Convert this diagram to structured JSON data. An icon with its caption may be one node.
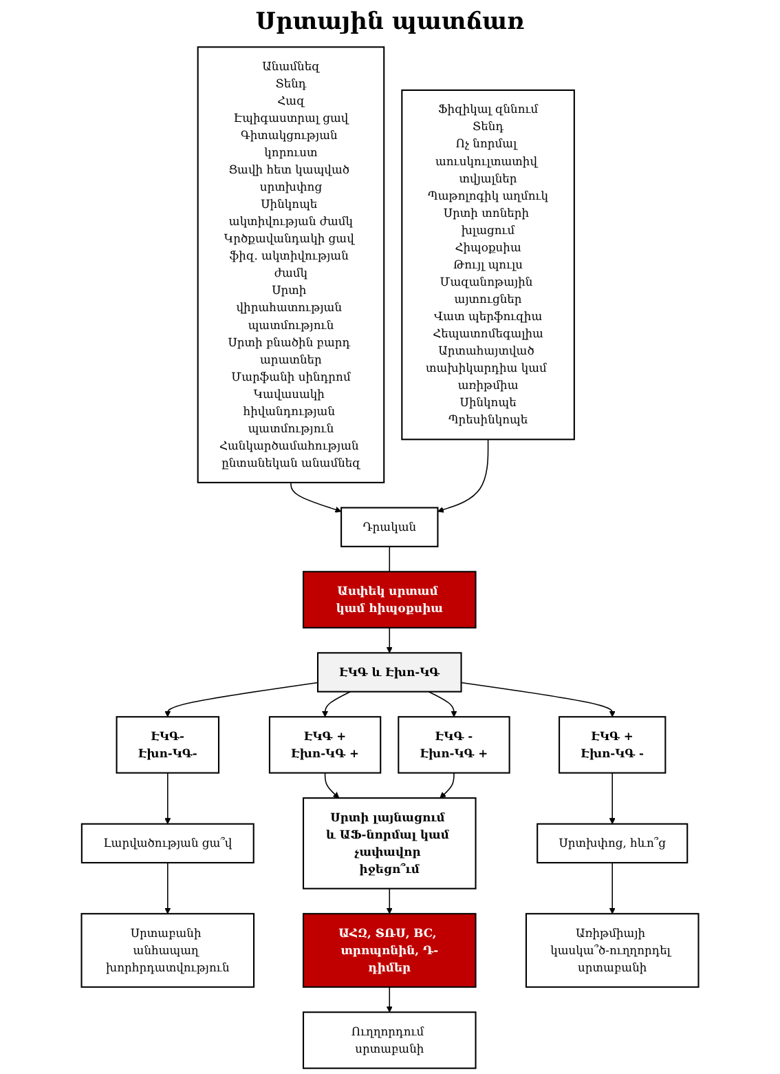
{
  "diagram": {
    "title": "Սրտային պատճառ",
    "nodes": [
      {
        "text": [
          "Անամնեզ",
          "Տենդ",
          "Հազ",
          "Էպիգաստրալ ցավ",
          "Գիտակցության կորուստ",
          "Ցավի հետ կապված սրտխփոց",
          "Սինկոպե ակտիվության ժամկ",
          "Կրծքավանդակի ցավ ֆիզ. ակտիվության ժամկ",
          "Սրտի վիրահատության պատմություն",
          "Սրտի բնածին բարդ արատներ",
          "Մարֆանի սինդրոմ",
          "Կավասակի հիվանդության պատմություն",
          "Հանկարծամահության ընտանեկան անամնեզ"
        ]
      },
      {
        "text": [
          "Դրական"
        ]
      },
      {
        "text": [
          "Ֆիզիկալ զննում",
          "Տենդ",
          "Ոչ նորմալ աուսկուլտատիվ տվյալներ",
          "Պաթոլոգիկ աղմուկ",
          "Սրտի տոների խլացում",
          "Հիպօքսիա",
          "Թույլ պուլս",
          "Մազանոթային այտուցներ",
          "Վատ պերֆուզիա",
          "Հեպատոմեգալիա",
          "Արտահայտված տախիկարդիա կամ առիթմիա",
          "Սինկոպե",
          "Պրեսինկոպե"
        ]
      },
      {
        "text": [
          "Ասփեկ սրտամ կամ հիպօքսիա"
        ]
      },
      {
        "text": [
          "ԷԿԳ և Էխո-ԿԳ"
        ]
      },
      {
        "text": [
          "ԷԿԳ-",
          "Էխո-ԿԳ-"
        ]
      },
      {
        "text": [
          "ԷԿԳ +",
          "Էխո-ԿԳ +"
        ]
      },
      {
        "text": [
          "ԷԿԳ -",
          "Էխո-ԿԳ +"
        ]
      },
      {
        "text": [
          "ԷԿԳ +",
          "Էխո-ԿԳ -"
        ]
      },
      {
        "text": [
          "Լարվածության ցա՞վ"
        ]
      },
      {
        "text": [
          "Սրտի լայնացում և ԱՖ-նորմալ կամ չափավոր իջեցո՞ւմ"
        ]
      },
      {
        "text": [
          "Սրտխփոց, հևո՞ց"
        ]
      },
      {
        "text": [
          "Սրտաբանի անհապաղ խորհրդատվություն"
        ]
      },
      {
        "text": [
          "ԱՀԶ, ՏՌՍ, BC, տրոպոնին, Դ-դիմեր"
        ]
      },
      {
        "text": [
          "Առիթմիայի կասկա՞ծ-ուղղորդել սրտաբանի"
        ]
      },
      {
        "text": [
          "Ուղղորդում սրտաբանի"
        ]
      }
    ],
    "edges": [
      {
        "from": 0,
        "to": 1,
        "arrow": "to"
      },
      {
        "from": 2,
        "to": 1,
        "arrow": "to"
      },
      {
        "from": 1,
        "to": 3,
        "arrow": "none"
      },
      {
        "from": 3,
        "to": 4,
        "arrow": "to"
      },
      {
        "from": 4,
        "to": 5,
        "arrow": "to"
      },
      {
        "from": 4,
        "to": 6,
        "arrow": "to"
      },
      {
        "from": 4,
        "to": 7,
        "arrow": "to"
      },
      {
        "from": 4,
        "to": 8,
        "arrow": "to"
      },
      {
        "from": 5,
        "to": 9,
        "arrow": "to"
      },
      {
        "from": 6,
        "to": 10,
        "arrow": "to"
      },
      {
        "from": 7,
        "to": 10,
        "arrow": "to"
      },
      {
        "from": 8,
        "to": 11,
        "arrow": "to"
      },
      {
        "from": 9,
        "to": 12,
        "arrow": "to"
      },
      {
        "from": 10,
        "to": 13,
        "arrow": "to"
      },
      {
        "from": 11,
        "to": 14,
        "arrow": "to"
      },
      {
        "from": 13,
        "to": 15,
        "arrow": "to"
      }
    ]
  }
}
